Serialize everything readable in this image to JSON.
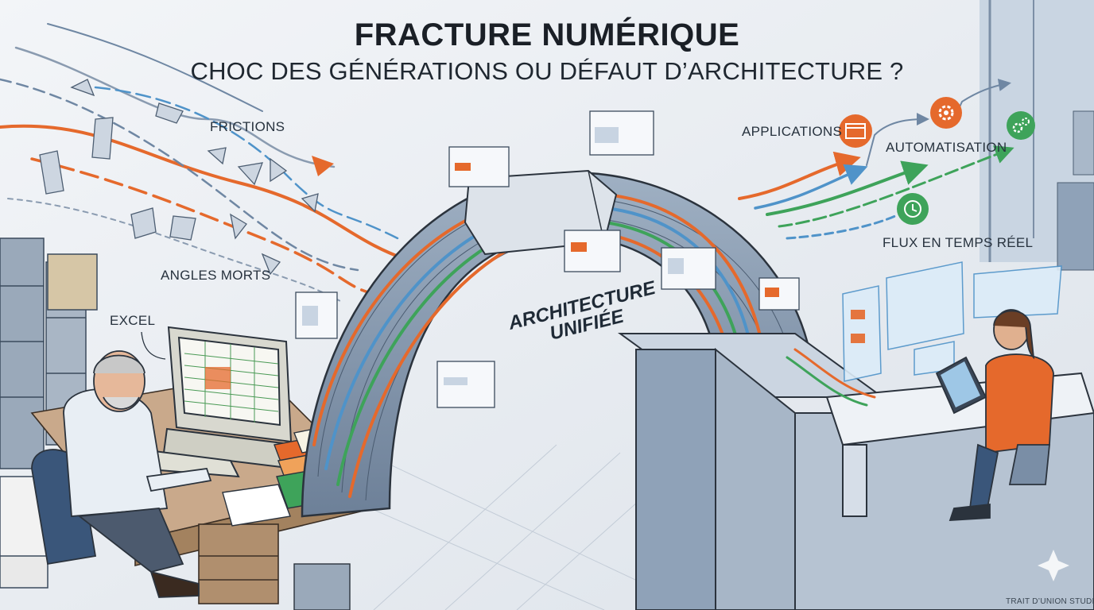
{
  "header": {
    "title": "FRACTURE NUMÉRIQUE",
    "subtitle": "CHOC DES GÉNÉRATIONS OU DÉFAUT D’ARCHITECTURE ?"
  },
  "labels": {
    "frictions": "FRICTIONS",
    "angles_morts": "ANGLES MORTS",
    "excel": "EXCEL",
    "architecture_line1": "ARCHITECTURE",
    "architecture_line2": "UNIFIÉE",
    "applications": "APPLICATIONS",
    "automatisation": "AUTOMATISATION",
    "flux_temps_reel": "FLUX EN TEMPS RÉEL"
  },
  "footer": {
    "credit": "TRAIT D’UNION STUDIO"
  },
  "colors": {
    "orange": "#e5692c",
    "blue": "#4f93c9",
    "green": "#3ea35a",
    "steel": "#8a9bb0",
    "dark": "#1f2a36"
  },
  "icons": {
    "applications": "window-icon",
    "automatisation_1": "gear-icon",
    "automatisation_2": "gears-icon",
    "flux": "clock-icon"
  }
}
